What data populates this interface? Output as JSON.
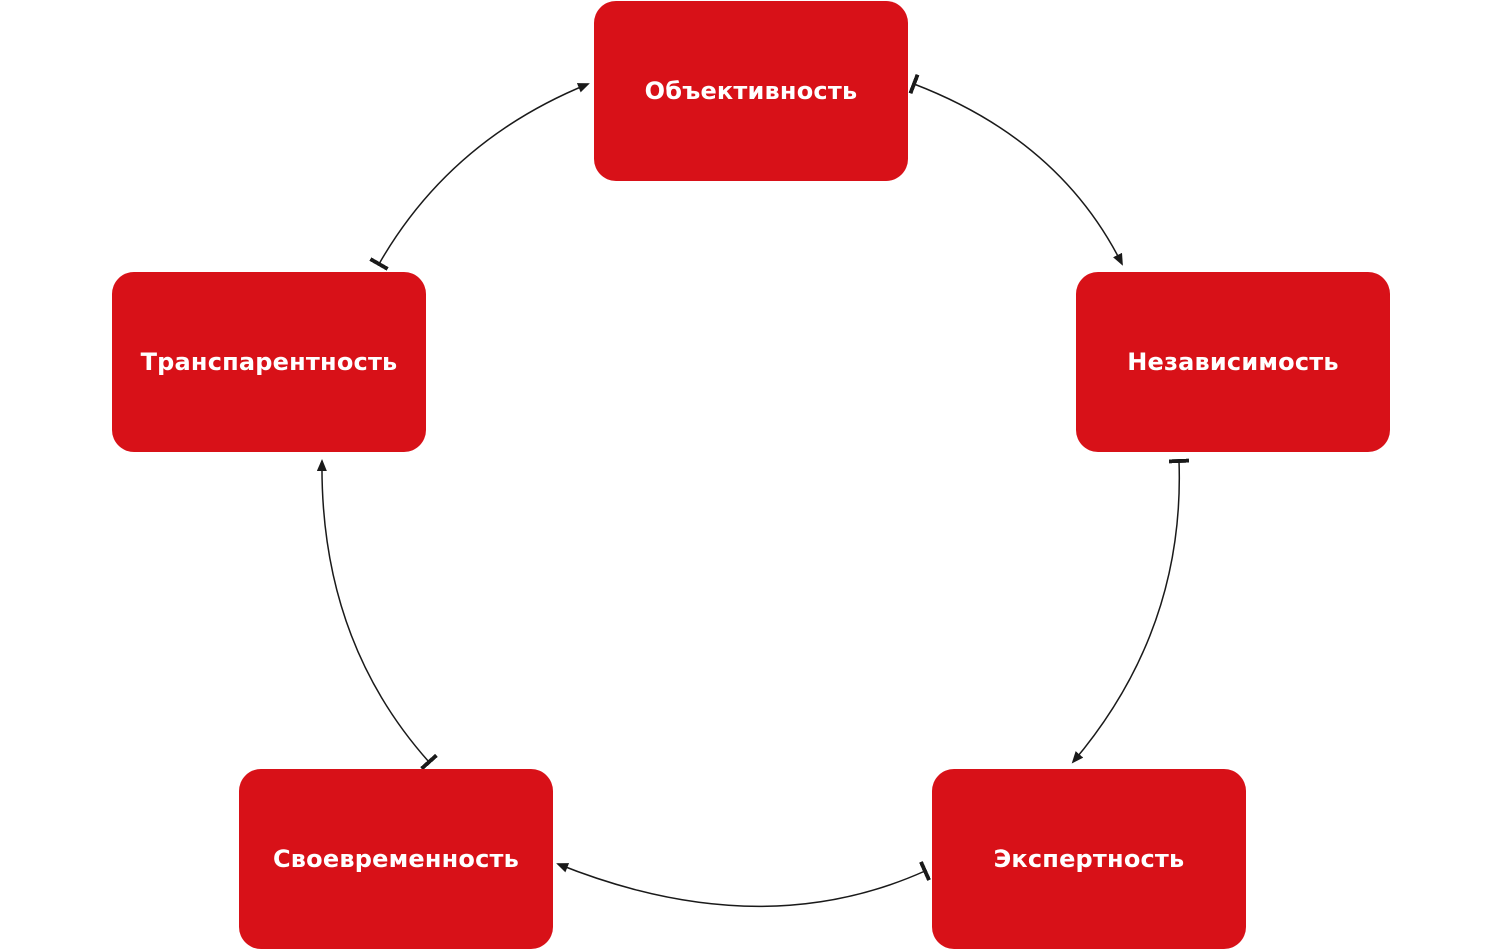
{
  "nodes": {
    "top": "Объективность",
    "right": "Независимость",
    "bottom_right": "Экспертность",
    "bottom_left": "Своевременность",
    "left": "Транспарентность"
  },
  "colors": {
    "node_fill": "#d81118",
    "node_text": "#ffffff",
    "connector": "#1a1a1a",
    "background": "#ffffff"
  }
}
